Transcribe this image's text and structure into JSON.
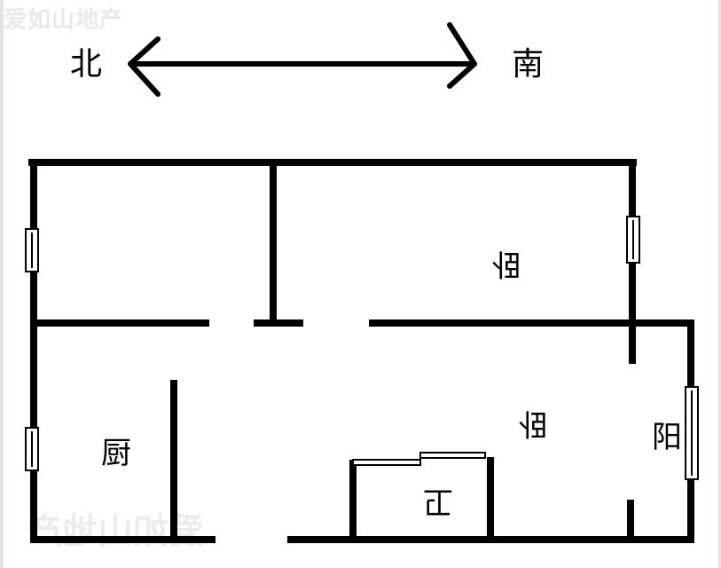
{
  "watermark": {
    "text": "爱如山地产"
  },
  "compass": {
    "north": "北",
    "south": "南"
  },
  "rooms": {
    "bedroom_top": "卧",
    "bedroom_main": "卧",
    "kitchen": "厨",
    "balcony": "阳",
    "bathroom": "卫"
  }
}
